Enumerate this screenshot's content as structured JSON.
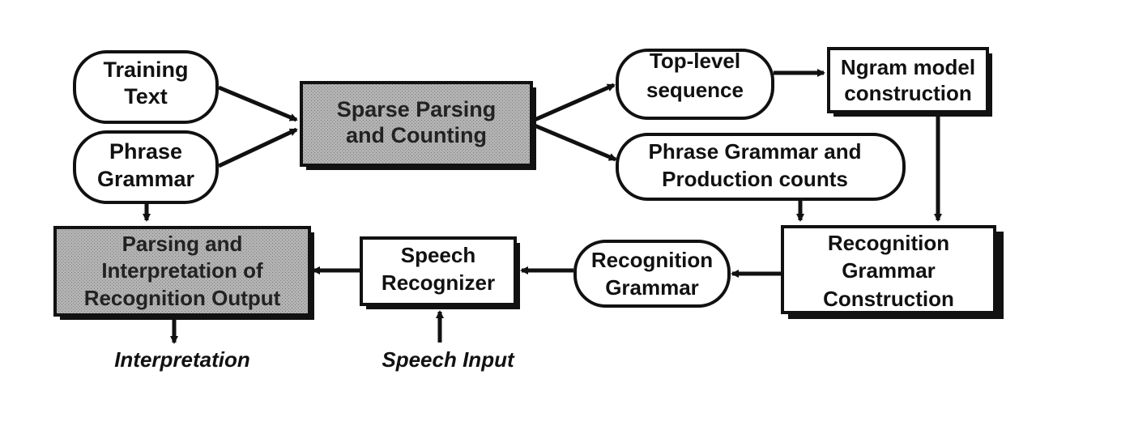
{
  "nodes": {
    "training_text": [
      "Training",
      "Text"
    ],
    "phrase_grammar": [
      "Phrase",
      "Grammar"
    ],
    "sparse_parsing": [
      "Sparse Parsing",
      "and Counting"
    ],
    "top_level_sequence": [
      "Top-level",
      "sequence"
    ],
    "ngram_model": [
      "Ngram model",
      "construction"
    ],
    "phrase_grammar_counts": [
      "Phrase Grammar and",
      "Production counts"
    ],
    "recognition_grammar_construction": [
      "Recognition",
      "Grammar",
      "Construction"
    ],
    "recognition_grammar": [
      "Recognition",
      "Grammar"
    ],
    "speech_recognizer": [
      "Speech",
      "Recognizer"
    ],
    "parsing_interpretation": [
      "Parsing and",
      "Interpretation of",
      "Recognition Output"
    ]
  },
  "outputs": {
    "interpretation": "Interpretation",
    "speech_input": "Speech Input"
  },
  "colors": {
    "stroke": "#111111",
    "shaded_fill": "#a9a9a9",
    "background": "#ffffff"
  }
}
